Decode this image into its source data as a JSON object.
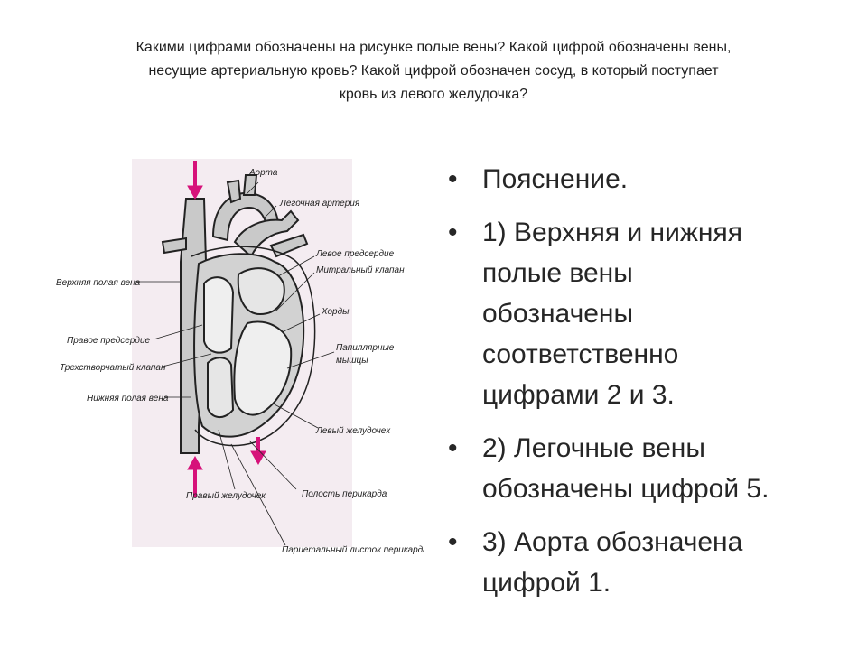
{
  "question": {
    "lines": [
      "Какими цифрами обозначены на рисунке полые вены? Какой цифрой обозначены вены,",
      "несущие артериальную кровь? Какой цифрой обозначен сосуд, в который поступает",
      "кровь из левого желудочка?"
    ]
  },
  "figure": {
    "labels": {
      "aorta": "Аорта",
      "pulmonary_artery": "Легочная артерия",
      "left_atrium": "Левое предсердие",
      "mitral_valve": "Митральный клапан",
      "chordae": "Хорды",
      "papillary_1": "Папиллярные",
      "papillary_2": "мышцы",
      "left_ventricle": "Левый желудочек",
      "superior_vena_cava": "Верхняя полая вена",
      "right_atrium": "Правое предсердие",
      "tricuspid_valve": "Трехстворчатый клапан",
      "inferior_vena_cava": "Нижняя полая вена",
      "right_ventricle": "Правый желудочек",
      "pericardial_cavity": "Полость перикарда",
      "parietal_pericardium": "Париетальный листок перикарда"
    },
    "arrow_color": "#d6127a"
  },
  "bullets": [
    {
      "lines": [
        "Пояснение."
      ]
    },
    {
      "lines": [
        "1) Верхняя и нижняя",
        "полые вены",
        "обозначены",
        "соответственно",
        "цифрами 2 и 3."
      ]
    },
    {
      "lines": [
        "2) Легочные вены",
        "обозначены цифрой 5."
      ]
    },
    {
      "lines": [
        "3) Аорта обозначена",
        "цифрой 1."
      ]
    }
  ],
  "bullet_glyph": "•"
}
